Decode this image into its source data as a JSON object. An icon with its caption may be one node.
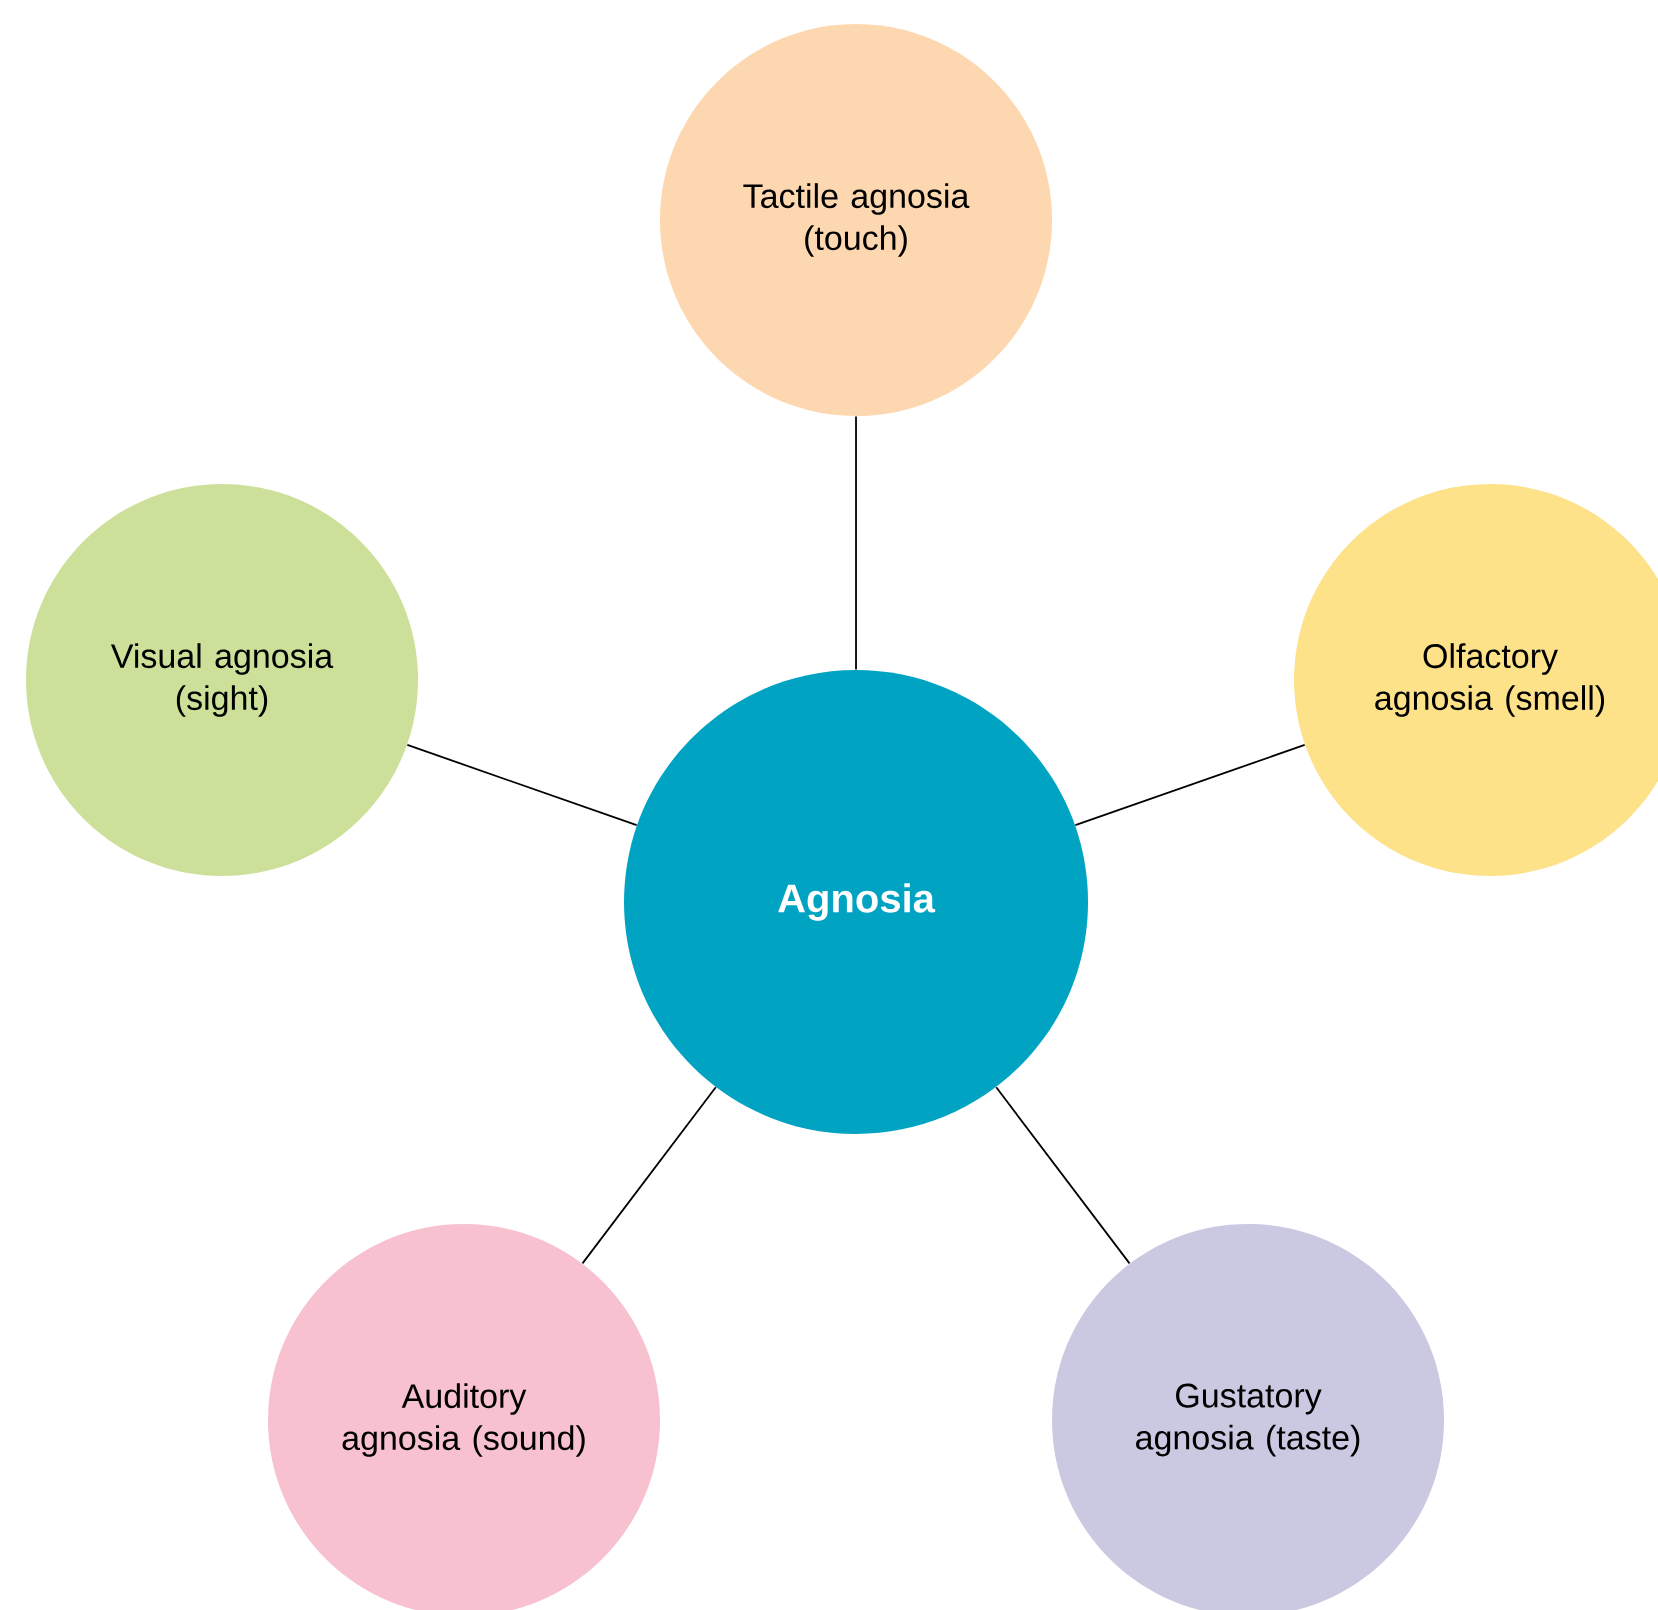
{
  "diagram": {
    "nodes": [
      {
        "text": [
          "Agnosia"
        ]
      },
      {
        "text": [
          "Tactile agnosia (touch)"
        ]
      },
      {
        "text": [
          "Visual agnosia (sight)"
        ]
      },
      {
        "text": [
          "Olfactory agnosia (smell)"
        ]
      },
      {
        "text": [
          "Auditory agnosia (sound)"
        ]
      },
      {
        "text": [
          "Gustatory agnosia (taste)"
        ]
      }
    ],
    "edges": [
      {
        "from": 0,
        "to": 1,
        "arrow": "none"
      },
      {
        "from": 0,
        "to": 2,
        "arrow": "none"
      },
      {
        "from": 0,
        "to": 3,
        "arrow": "none"
      },
      {
        "from": 0,
        "to": 4,
        "arrow": "none"
      },
      {
        "from": 0,
        "to": 5,
        "arrow": "none"
      }
    ]
  }
}
